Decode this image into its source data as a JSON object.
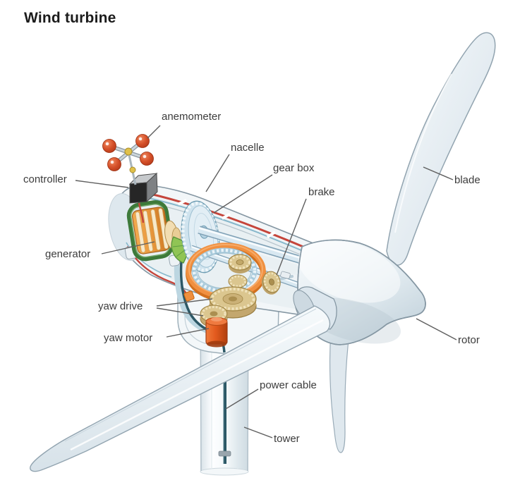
{
  "title": "Wind turbine",
  "diagram": {
    "subject": "Cutaway illustration of a wind turbine: nacelle interior components, three rotor blades, rotor hub and tower",
    "labels": [
      {
        "id": "anemometer",
        "text": "anemometer"
      },
      {
        "id": "nacelle",
        "text": "nacelle"
      },
      {
        "id": "gear-box",
        "text": "gear box"
      },
      {
        "id": "brake",
        "text": "brake"
      },
      {
        "id": "controller",
        "text": "controller"
      },
      {
        "id": "generator",
        "text": "generator"
      },
      {
        "id": "yaw-drive",
        "text": "yaw drive"
      },
      {
        "id": "yaw-motor",
        "text": "yaw motor"
      },
      {
        "id": "blade",
        "text": "blade"
      },
      {
        "id": "rotor",
        "text": "rotor"
      },
      {
        "id": "power-cable",
        "text": "power cable"
      },
      {
        "id": "tower",
        "text": "tower"
      }
    ],
    "colors": {
      "label_text": "#3c3c3c",
      "leader_line": "#5f5f5f",
      "nacelle_fill": "#f2f6f8",
      "outline": "#8496a2",
      "shell_red_stripe": "#c5453b",
      "shell_blue_stripe": "#86b7cb",
      "generator_orange": "#e8973c",
      "generator_frame_green": "#3d7a3a",
      "gearbox_gear_blue": "#cfe3ee",
      "gear_tan": "#dbc68f",
      "yaw_ring_orange": "#f09040",
      "yaw_motor_orange": "#e25a1e",
      "anemometer_ball_red": "#d44f28",
      "power_cable_teal": "#2c5866"
    }
  }
}
